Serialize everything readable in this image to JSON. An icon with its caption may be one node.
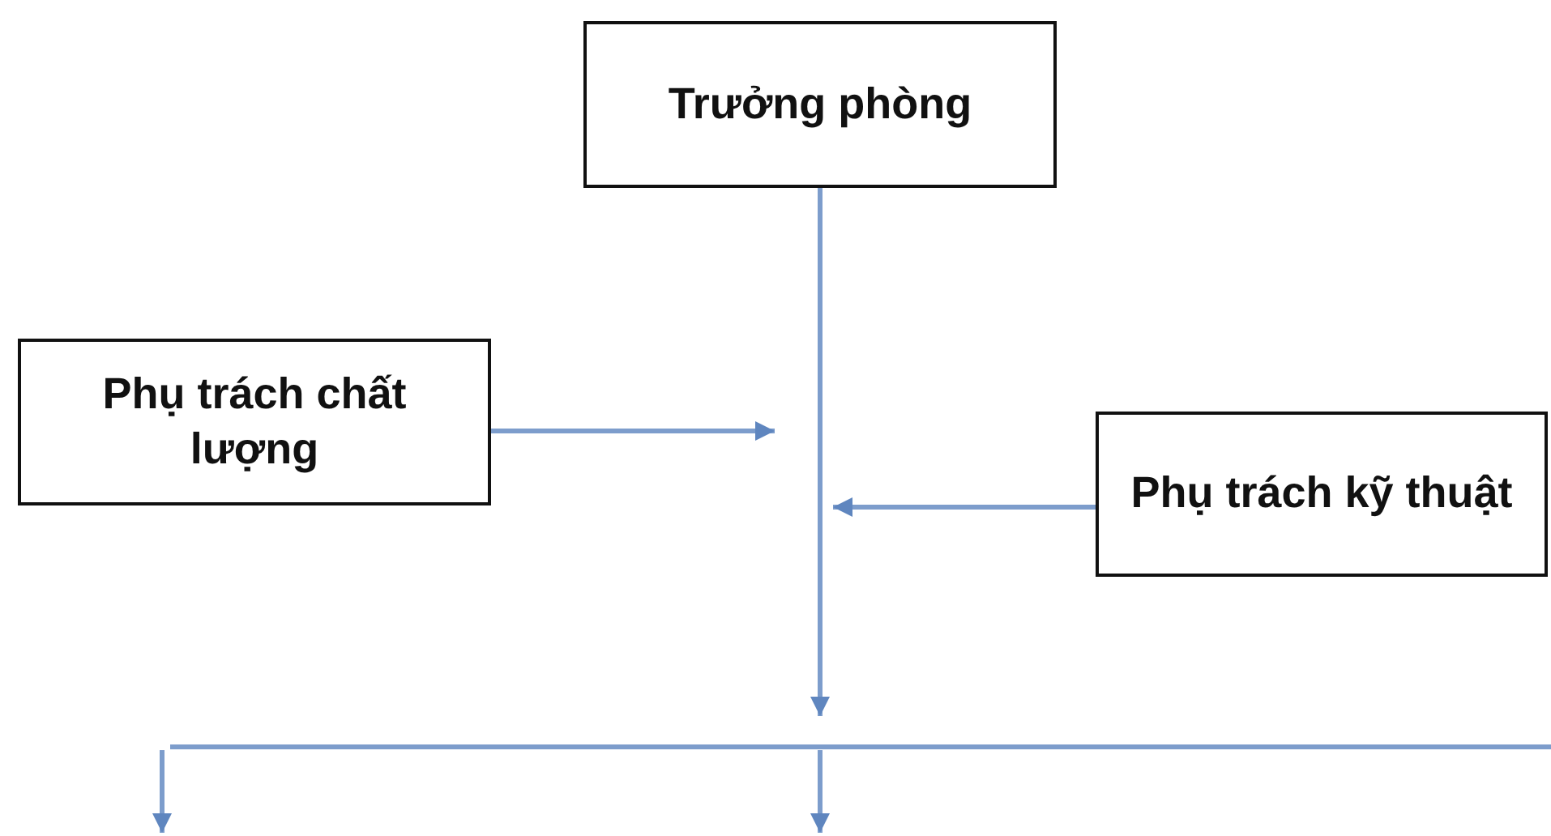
{
  "diagram": {
    "nodes": [
      {
        "text": [
          "Trưởng phòng"
        ]
      },
      {
        "text": [
          "Phụ trách chất lượng"
        ]
      },
      {
        "text": [
          "Phụ trách kỹ thuật"
        ]
      }
    ],
    "edges": [
      {
        "from": 0,
        "to": null,
        "arrow": "to"
      },
      {
        "from": 1,
        "to": null,
        "arrow": "to"
      },
      {
        "from": 2,
        "to": null,
        "arrow": "to"
      }
    ]
  }
}
